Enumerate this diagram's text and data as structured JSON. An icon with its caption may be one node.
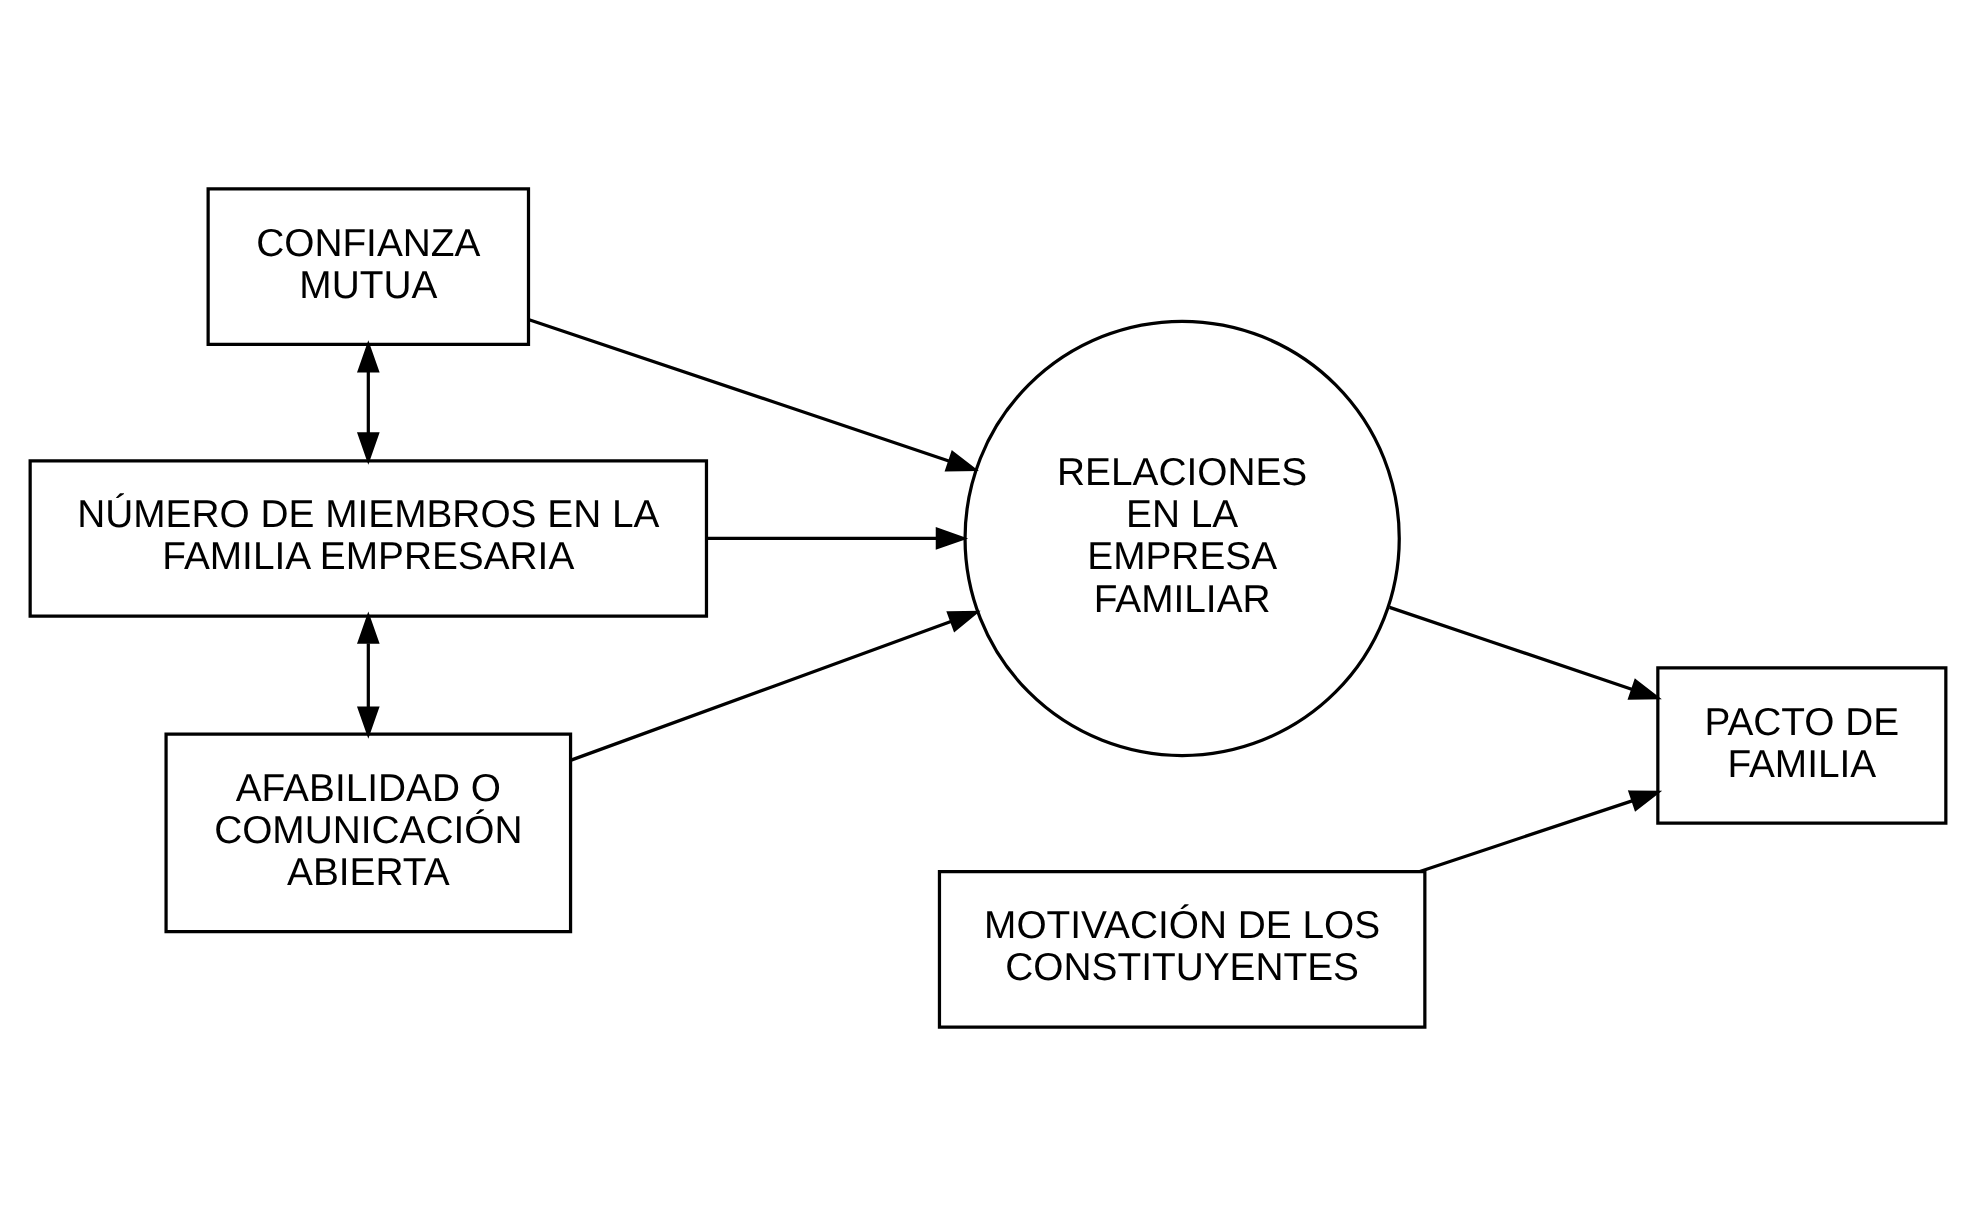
{
  "diagram": {
    "nodes": [
      {
        "text": [
          "CONFIANZA MUTUA"
        ]
      },
      {
        "text": [
          "NÚMERO DE MIEMBROS EN LA FAMILIA EMPRESARIA"
        ]
      },
      {
        "text": [
          "AFABILIDAD O COMUNICACIÓN ABIERTA"
        ]
      },
      {
        "text": [
          "RELACIONES EN LA EMPRESA FAMILIAR"
        ]
      },
      {
        "text": [
          "PACTO DE FAMILIA"
        ]
      },
      {
        "text": [
          "MOTIVACIÓN DE LOS CONSTITUYENTES"
        ]
      }
    ],
    "edges": [
      {
        "from": 0,
        "to": 3,
        "arrow": "to"
      },
      {
        "from": 0,
        "to": 1,
        "arrow": "both"
      },
      {
        "from": 1,
        "to": 3,
        "arrow": "to"
      },
      {
        "from": 1,
        "to": 2,
        "arrow": "both"
      },
      {
        "from": 2,
        "to": 3,
        "arrow": "to"
      },
      {
        "from": 3,
        "to": 4,
        "arrow": "to"
      },
      {
        "from": 5,
        "to": 4,
        "arrow": "to"
      }
    ]
  }
}
